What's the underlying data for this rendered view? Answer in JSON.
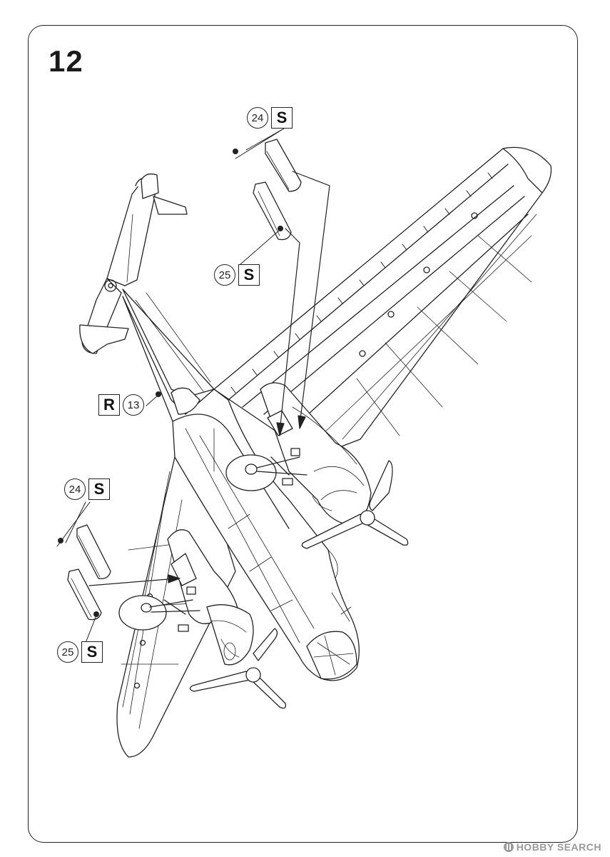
{
  "step": {
    "number": "12"
  },
  "callouts": {
    "top_24": {
      "number": "24",
      "letter": "S"
    },
    "top_25": {
      "number": "25",
      "letter": "S"
    },
    "rudder_13": {
      "number": "13",
      "letter": "R"
    },
    "left_24": {
      "number": "24",
      "letter": "S"
    },
    "left_25": {
      "number": "25",
      "letter": "S"
    }
  },
  "watermark": {
    "text": "HOBBY SEARCH"
  },
  "colors": {
    "line": "#222222",
    "paper": "#ffffff",
    "watermark": "#9a9a9a"
  }
}
